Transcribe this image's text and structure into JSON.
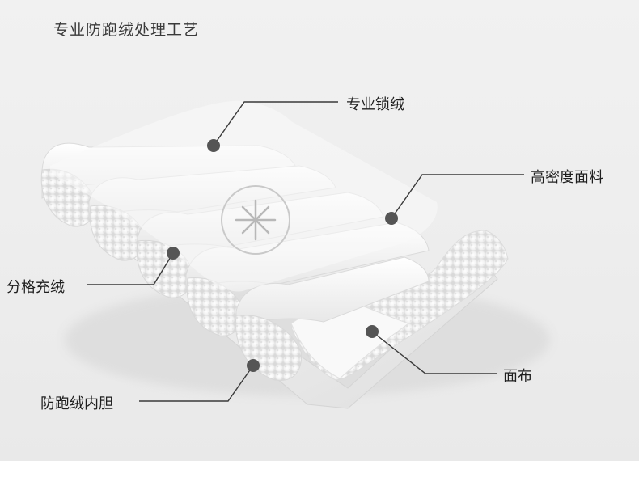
{
  "title": "专业防跑绒处理工艺",
  "labels": {
    "lock_down": "专业锁绒",
    "high_density_fabric": "高密度面料",
    "compartment_fill": "分格充绒",
    "down_proof_liner": "防跑绒内胆",
    "face_fabric": "面布"
  },
  "icons": {
    "center_emblem": "snowflake-icon",
    "callout_marker": "dot-marker"
  },
  "colors": {
    "background": "#eeeeee",
    "fabric": "#f7f7f7",
    "down_fill": "#f3f3f3",
    "marker": "#555555",
    "leader_line": "#3a3a3a",
    "text": "#1f1f1f"
  }
}
